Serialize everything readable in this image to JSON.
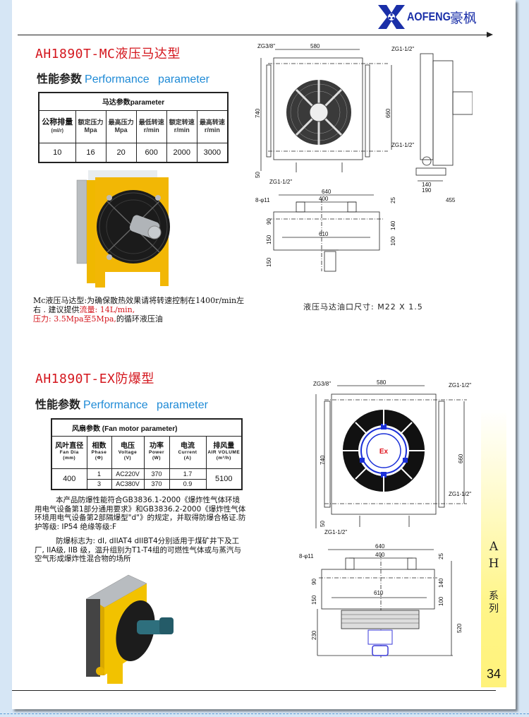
{
  "header": {
    "brand_en": "AOFENG",
    "brand_cn": "豪枫",
    "brand_color": "#1a2fa8"
  },
  "section1": {
    "title": "AH1890T-MC液压马达型",
    "perf_cn": "性能参数",
    "perf_en": "Performance parameter",
    "table": {
      "caption": "马达参数parameter",
      "headers": [
        {
          "cn": "公称排量",
          "unit": "(ml/r)"
        },
        {
          "cn": "额定压力",
          "unit": "Mpa"
        },
        {
          "cn": "最高压力",
          "unit": "Mpa"
        },
        {
          "cn": "最低转速",
          "unit": "r/min"
        },
        {
          "cn": "额定转速",
          "unit": "r/min"
        },
        {
          "cn": "最高转速",
          "unit": "r/min"
        }
      ],
      "values": [
        "10",
        "16",
        "20",
        "600",
        "2000",
        "3000"
      ]
    },
    "note_part1": "Mc液压马达型:为确保散热效果请将转速控制在1400r/min左右 .  建议提供",
    "note_red1": "流量: 14L/min,",
    "note_red2": "压力: 3.5Mpa至5Mpa,",
    "note_part2": "的循环液压油",
    "port_caption": "液压马达油口尺寸: M22 X 1.5",
    "drawing": {
      "front": {
        "width_top": "580",
        "height_total": "740",
        "height_core": "660",
        "foot": "50",
        "port_top_left": "ZG3/8\"",
        "port_top_right": "ZG1-1/2\"",
        "port_bottom_right": "ZG1-1/2\"",
        "port_bottom_left": "ZG1-1/2\""
      },
      "side": {
        "d1": "140",
        "d2": "190",
        "d3": "455"
      },
      "top": {
        "width_outer": "640",
        "width_inner": "400",
        "holes": "8-φ11",
        "d610": "610",
        "d25": "25",
        "d140": "140",
        "d100": "100",
        "d90": "90",
        "d150a": "150",
        "d150b": "150"
      }
    }
  },
  "section2": {
    "title": "AH1890T-EX防爆型",
    "perf_cn": "性能参数",
    "perf_en": "Performance parameter",
    "table": {
      "caption": "风扇参数  (Fan motor parameter)",
      "headers": [
        {
          "cn": "风叶直径",
          "en": "Fan Dia",
          "unit": "(mm)"
        },
        {
          "cn": "相数",
          "en": "Phase",
          "unit": "(Φ)"
        },
        {
          "cn": "电压",
          "en": "Voltage",
          "unit": "(V)"
        },
        {
          "cn": "功率",
          "en": "Power",
          "unit": "(W)"
        },
        {
          "cn": "电流",
          "en": "Current",
          "unit": "(A)"
        },
        {
          "cn": "排风量",
          "en": "AIR VOLUME",
          "unit": "(m³/h)"
        }
      ],
      "fan_dia": "400",
      "rows": [
        {
          "phase": "1",
          "voltage": "AC220V",
          "power": "370",
          "current": "1.7"
        },
        {
          "phase": "3",
          "voltage": "AC380V",
          "power": "370",
          "current": "0.9"
        }
      ],
      "air_volume": "5100"
    },
    "para1": "本产品防爆性能符合GB3836.1-2000《爆炸性气体环境用电气设备第1部分通用要求》和GB3836.2-2000《爆炸性气体环境用电气设备第2部隔爆型\"d\"》的规定，并取得防爆合格证.防护等级: IP54    绝缘等级:F",
    "para2": "防爆标志为: dI, dIIAT4 dIIBT4分别适用于煤矿井下及工厂, IIA级, IIB 级，温升组别为T1-T4组的可燃性气体或与蒸汽与空气形成爆炸性混合物的场所",
    "drawing": {
      "front": {
        "width_top": "580",
        "height_total": "740",
        "height_core": "660",
        "foot": "50",
        "port_top_left": "ZG3/8\"",
        "port_top_right": "ZG1-1/2\"",
        "port_bottom_right": "ZG1-1/2\"",
        "port_bottom_left": "ZG1-1/2\"",
        "badge": "Ex"
      },
      "top": {
        "width_outer": "640",
        "width_inner": "400",
        "holes": "8-φ11",
        "d610": "610",
        "d25": "25",
        "d140": "140",
        "d100": "100",
        "d90": "90",
        "d150": "150",
        "d230": "230",
        "d520": "520"
      }
    }
  },
  "side_tab": {
    "series_letter1": "A",
    "series_letter2": "H",
    "series_cn1": "系",
    "series_cn2": "列",
    "page_number": "34"
  }
}
